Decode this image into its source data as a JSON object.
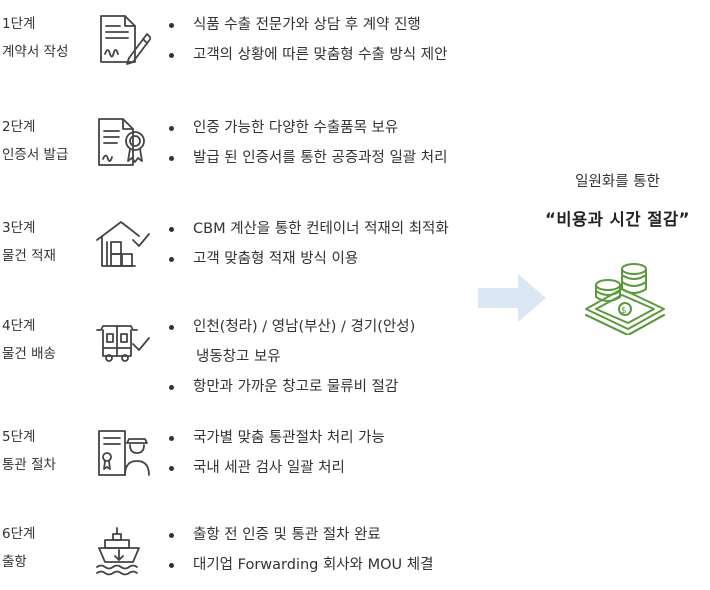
{
  "steps": [
    {
      "stage": "1단계",
      "title": "계약서 작성",
      "icon": "contract-sign-icon",
      "bullets": [
        {
          "text": "식품 수출 전문가와 상담 후 계약 진행",
          "dot": true
        },
        {
          "text": "고객의 상황에 따른 맞춤형 수출 방식 제안",
          "dot": true
        }
      ]
    },
    {
      "stage": "2단계",
      "title": "인증서 발급",
      "icon": "certificate-icon",
      "bullets": [
        {
          "text": "인증 가능한 다양한 수출품목 보유",
          "dot": true
        },
        {
          "text": "발급 된 인증서를 통한 공증과정 일괄 처리",
          "dot": true
        }
      ]
    },
    {
      "stage": "3단계",
      "title": "물건 적재",
      "icon": "warehouse-loading-icon",
      "bullets": [
        {
          "text": "CBM 계산을 통한 컨테이너 적재의 최적화",
          "dot": true
        },
        {
          "text": "고객 맞춤형 적재 방식 이용",
          "dot": true
        }
      ]
    },
    {
      "stage": "4단계",
      "title": "물건 배송",
      "icon": "delivery-truck-icon",
      "bullets": [
        {
          "text": "인천(청라) / 영남(부산) / 경기(안성)",
          "dot": true
        },
        {
          "text": "냉동창고 보유",
          "dot": false
        },
        {
          "text": "항만과 가까운 창고로 물류비 절감",
          "dot": true
        }
      ]
    },
    {
      "stage": "5단계",
      "title": "통관 절차",
      "icon": "customs-officer-icon",
      "bullets": [
        {
          "text": "국가별 맞춤 통관절차 처리 가능",
          "dot": true
        },
        {
          "text": "국내 세관 검사 일괄 처리",
          "dot": true
        }
      ]
    },
    {
      "stage": "6단계",
      "title": "출항",
      "icon": "cargo-ship-icon",
      "bullets": [
        {
          "text": "출항 전 인증 및 통관 절차 완료",
          "dot": true
        },
        {
          "text": "대기업 Forwarding 회사와 MOU 체결",
          "dot": true
        }
      ]
    }
  ],
  "result": {
    "caption": "일원화를 통한",
    "title": "“비용과 시간 절감”",
    "icon": "money-savings-icon"
  },
  "colors": {
    "text": "#333333",
    "icon": "#444444",
    "arrow": "#dbe7f3",
    "money": "#5a9a3a"
  }
}
